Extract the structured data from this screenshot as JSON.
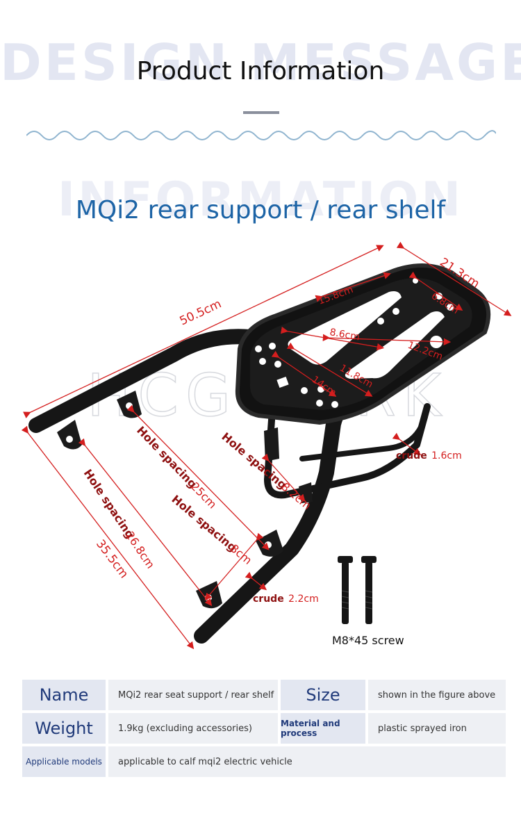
{
  "header": {
    "bg_word_1": "DESIGN MESSAGE",
    "title": "Product Information",
    "bg_word_2": "INFORMATION",
    "subtitle": "MQi2 rear support / rear shelf"
  },
  "figure": {
    "watermark": "HCGWORK",
    "dimensions": {
      "total_length": "50.5cm",
      "width": "21.3cm",
      "height": "35.5cm",
      "plate_15_8": "15.8cm",
      "plate_6_8": "6.8cm",
      "plate_8_6": "8.6cm",
      "plate_12_2": "12.2cm",
      "plate_11_8": "11.8cm",
      "plate_14": "14cm",
      "hole_spacing_25": {
        "label": "Hole spacing",
        "value": "25cm"
      },
      "hole_spacing_8_2": {
        "label": "Hole spacing",
        "value": "8.2cm"
      },
      "hole_spacing_26_8": {
        "label": "Hole spacing",
        "value": "26.8cm"
      },
      "hole_spacing_8": {
        "label": "Hole spacing",
        "value": "8cm"
      },
      "crude_1_6": {
        "label": "crude",
        "value": "1.6cm"
      },
      "crude_2_2": {
        "label": "crude",
        "value": "2.2cm"
      }
    },
    "screw_label": "M8*45 screw",
    "colors": {
      "dimension_line": "#d41e1e",
      "rack": "#141414"
    }
  },
  "specs": {
    "name_label": "Name",
    "name_value": "MQi2 rear seat support / rear shelf",
    "size_label": "Size",
    "size_value": "shown in the figure above",
    "weight_label": "Weight",
    "weight_value": "1.9kg (excluding accessories)",
    "material_label": "Material and process",
    "material_value": "plastic sprayed iron",
    "models_label": "Applicable models",
    "models_value": "applicable to calf mqi2 electric vehicle"
  },
  "colors": {
    "title": "#111111",
    "subtitle": "#1d64a6",
    "wave": "#8fb4cf",
    "table_header_text": "#203a7a"
  }
}
